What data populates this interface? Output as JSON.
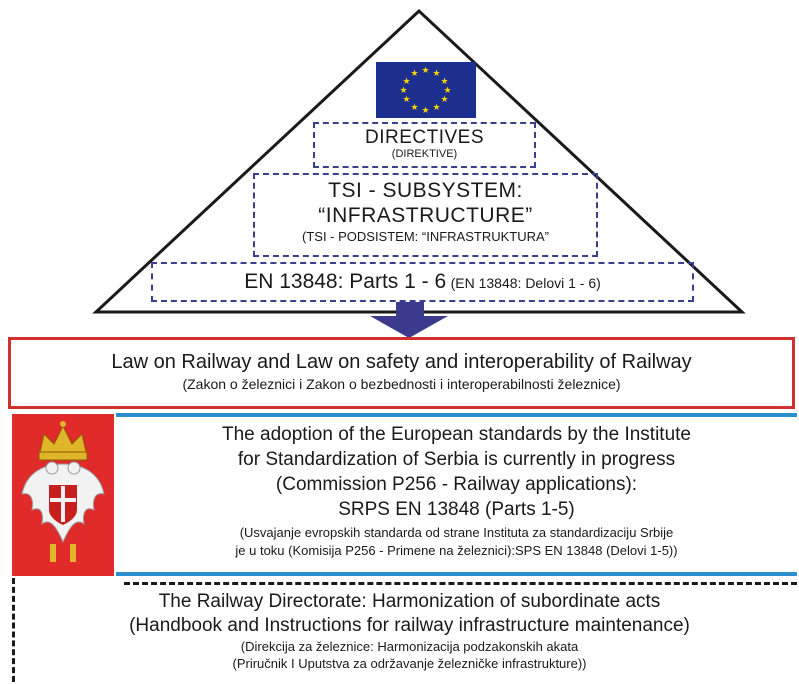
{
  "pyramid": {
    "directives": "DIRECTIVES",
    "directives_sub": "(DIREKTIVE)",
    "tsi_line1": "TSI - SUBSYSTEM:",
    "tsi_line2": "“INFRASTRUCTURE”",
    "tsi_sub": "(TSI - PODSISTEM: “INFRASTRUKTURA”",
    "en_main": "EN 13848: Parts 1 - 6",
    "en_sub": "(EN 13848: Delovi 1 - 6)"
  },
  "law": {
    "title": "Law on Railway and  Law on safety and interoperability of  Railway",
    "sub": "(Zakon o železnici i Zakon o bezbednosti i interoperabilnosti železnice)"
  },
  "standards": {
    "line1": "The adoption of the European standards by the Institute",
    "line2": "for Standardization of Serbia is currently in progress",
    "line3": "(Commission P256 - Railway applications):",
    "line4": "SRPS EN 13848 (Parts 1-5)",
    "sub1": "(Usvajanje evropskih standarda od strane Instituta za standardizaciju  Srbije",
    "sub2": "je u toku (Komisija P256 - Primene na železnici):SPS EN 13848 (Delovi 1-5))"
  },
  "directorate": {
    "line1": "The Railway Directorate: Harmonization of subordinate acts",
    "line2": "(Handbook and Instructions for railway infrastructure maintenance)",
    "sub1": "(Direkcija za železnice: Harmonizacija podzakonskih akata",
    "sub2": "(Priručnik I Uputstva za održavanje železničke infrastrukture))"
  },
  "colors": {
    "dashed_box": "#3a3f8f",
    "arrow": "#3b3a8c",
    "law_border": "#d32f2f",
    "blue_line": "#2a8fcf",
    "eu_blue": "#1c2f8f",
    "eu_star": "#f5d400",
    "coat_red": "#e12a2a"
  },
  "icons": [
    "eu-flag-icon",
    "down-arrow-icon",
    "serbian-coat-of-arms-icon"
  ]
}
